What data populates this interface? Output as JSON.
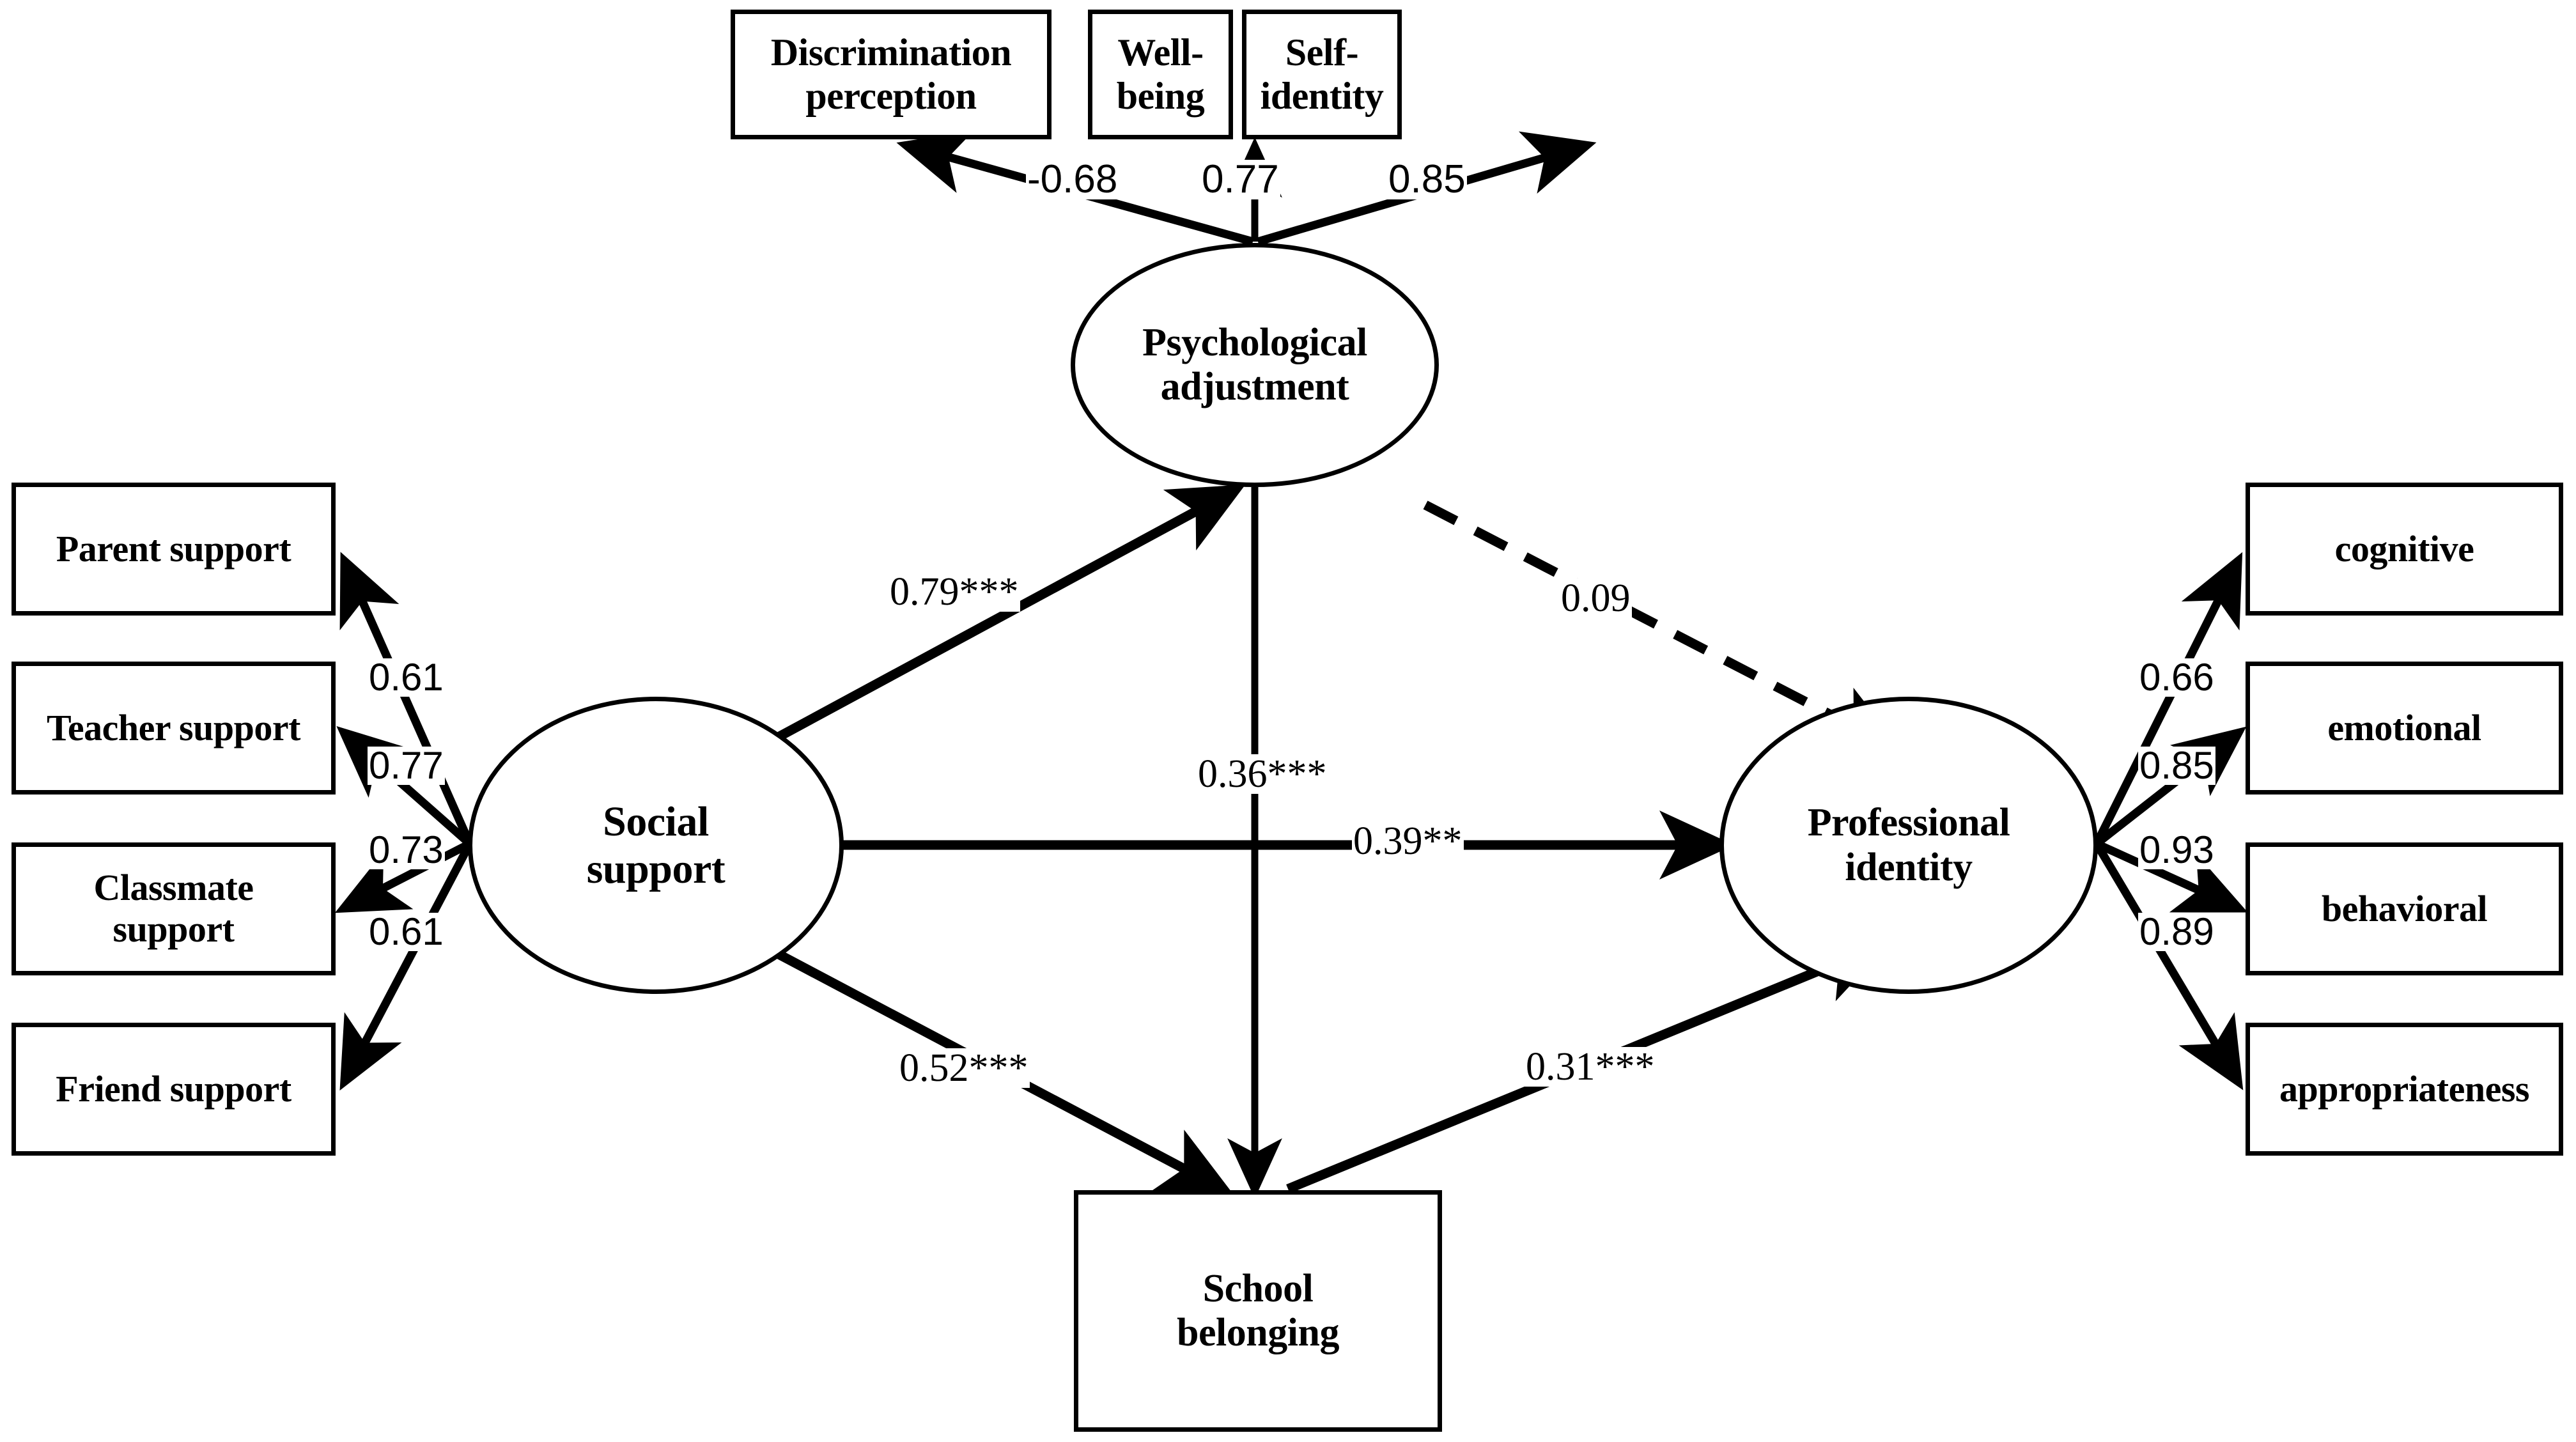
{
  "figure": {
    "type": "sem-path-diagram",
    "background_color": "#ffffff",
    "line_color": "#000000"
  },
  "nodes": {
    "latent": [
      {
        "id": "psychological-adjustment",
        "label": "Psychological\nadjustment",
        "shape": "ellipse"
      },
      {
        "id": "social-support",
        "label": "Social\nsupport",
        "shape": "ellipse"
      },
      {
        "id": "professional-identity",
        "label": "Professional\nidentity",
        "shape": "ellipse"
      },
      {
        "id": "school-belonging",
        "label": "School\nbelonging",
        "shape": "rectangle"
      }
    ],
    "top_indicators": [
      {
        "id": "discrimination-perception",
        "label": "Discrimination\nperception"
      },
      {
        "id": "well-being",
        "label": "Well-being"
      },
      {
        "id": "self-identity",
        "label": "Self-identity"
      }
    ],
    "left_indicators": [
      {
        "id": "parent-support",
        "label": "Parent  support"
      },
      {
        "id": "teacher-support",
        "label": "Teacher support"
      },
      {
        "id": "classmate-support",
        "label": "Classmate\nsupport"
      },
      {
        "id": "friend-support",
        "label": "Friend support"
      }
    ],
    "right_indicators": [
      {
        "id": "cognitive",
        "label": "cognitive"
      },
      {
        "id": "emotional",
        "label": "emotional"
      },
      {
        "id": "behavioral",
        "label": "behavioral"
      },
      {
        "id": "appropriateness",
        "label": "appropriateness"
      }
    ]
  },
  "edges": {
    "measurement_top": [
      {
        "id": "pa-to-discrimination-perception",
        "from": "psychological-adjustment",
        "to": "discrimination-perception",
        "coefficient": "-0.68",
        "style": "solid"
      },
      {
        "id": "pa-to-well-being",
        "from": "psychological-adjustment",
        "to": "well-being",
        "coefficient": "0.77",
        "style": "solid"
      },
      {
        "id": "pa-to-self-identity",
        "from": "psychological-adjustment",
        "to": "self-identity",
        "coefficient": "0.85",
        "style": "solid"
      }
    ],
    "measurement_left": [
      {
        "id": "ss-to-parent-support",
        "from": "social-support",
        "to": "parent-support",
        "coefficient": "0.61",
        "style": "solid"
      },
      {
        "id": "ss-to-teacher-support",
        "from": "social-support",
        "to": "teacher-support",
        "coefficient": "0.77",
        "style": "solid"
      },
      {
        "id": "ss-to-classmate-support",
        "from": "social-support",
        "to": "classmate-support",
        "coefficient": "0.73",
        "style": "solid"
      },
      {
        "id": "ss-to-friend-support",
        "from": "social-support",
        "to": "friend-support",
        "coefficient": "0.61",
        "style": "solid"
      }
    ],
    "measurement_right": [
      {
        "id": "pi-to-cognitive",
        "from": "professional-identity",
        "to": "cognitive",
        "coefficient": "0.66",
        "style": "solid"
      },
      {
        "id": "pi-to-emotional",
        "from": "professional-identity",
        "to": "emotional",
        "coefficient": "0.85",
        "style": "solid"
      },
      {
        "id": "pi-to-behavioral",
        "from": "professional-identity",
        "to": "behavioral",
        "coefficient": "0.93",
        "style": "solid"
      },
      {
        "id": "pi-to-appropriateness",
        "from": "professional-identity",
        "to": "appropriateness",
        "coefficient": "0.89",
        "style": "solid"
      }
    ],
    "structural": [
      {
        "id": "ss-to-pa",
        "from": "social-support",
        "to": "psychological-adjustment",
        "coefficient": "0.79***",
        "style": "solid"
      },
      {
        "id": "pa-to-sb",
        "from": "psychological-adjustment",
        "to": "school-belonging",
        "coefficient": "0.36***",
        "style": "solid"
      },
      {
        "id": "pa-to-pi",
        "from": "psychological-adjustment",
        "to": "professional-identity",
        "coefficient": "0.09",
        "style": "dashed"
      },
      {
        "id": "ss-to-pi",
        "from": "social-support",
        "to": "professional-identity",
        "coefficient": "0.39**",
        "style": "solid"
      },
      {
        "id": "ss-to-sb",
        "from": "social-support",
        "to": "school-belonging",
        "coefficient": "0.52***",
        "style": "solid"
      },
      {
        "id": "sb-to-pi",
        "from": "school-belonging",
        "to": "professional-identity",
        "coefficient": "0.31***",
        "style": "solid"
      }
    ]
  }
}
